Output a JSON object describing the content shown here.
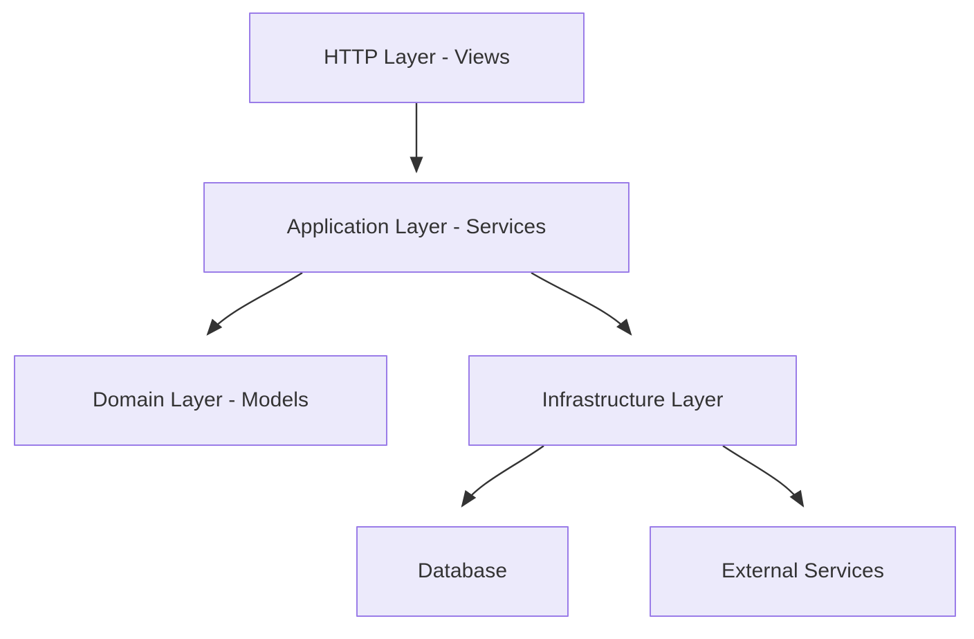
{
  "diagram": {
    "type": "flowchart",
    "direction": "top-down",
    "background_color": "#ffffff",
    "node_fill_color": "#ECEAFB",
    "node_border_color": "#9A7CE8",
    "node_text_color": "#333333",
    "edge_color": "#333333",
    "nodes": [
      {
        "id": "http",
        "label": "HTTP Layer - Views"
      },
      {
        "id": "application",
        "label": "Application Layer - Services"
      },
      {
        "id": "domain",
        "label": "Domain Layer - Models"
      },
      {
        "id": "infrastructure",
        "label": "Infrastructure Layer"
      },
      {
        "id": "database",
        "label": "Database"
      },
      {
        "id": "external",
        "label": "External Services"
      }
    ],
    "edges": [
      {
        "from": "http",
        "to": "application",
        "label": ""
      },
      {
        "from": "application",
        "to": "domain",
        "label": ""
      },
      {
        "from": "application",
        "to": "infrastructure",
        "label": ""
      },
      {
        "from": "infrastructure",
        "to": "database",
        "label": ""
      },
      {
        "from": "infrastructure",
        "to": "external",
        "label": ""
      }
    ]
  }
}
